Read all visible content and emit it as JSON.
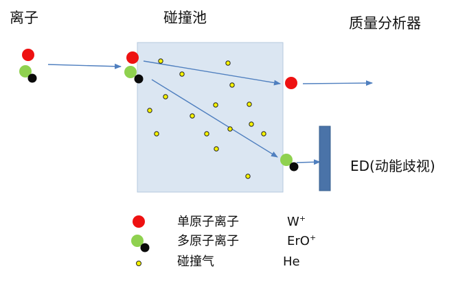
{
  "labels": {
    "ions": "离子",
    "cell": "碰撞池",
    "mass_analyzer": "质量分析器",
    "ed": "ED(动能歧视)"
  },
  "legend": [
    {
      "name": "单原子离子",
      "formula": "W",
      "charge": "+"
    },
    {
      "name": "多原子离子",
      "formula": "ErO",
      "charge": "+"
    },
    {
      "name": "碰撞气",
      "formula": "He",
      "charge": ""
    }
  ],
  "colors": {
    "mono_ion": "#ee1111",
    "poly_ion_green": "#8fd14f",
    "poly_ion_black": "#0a0a0a",
    "gas": "#f5f200",
    "cell_fill": "#dbe6f2",
    "cell_stroke": "#b6c8dd",
    "arrow": "#4f7fbf",
    "detector": "#4a73a8"
  }
}
